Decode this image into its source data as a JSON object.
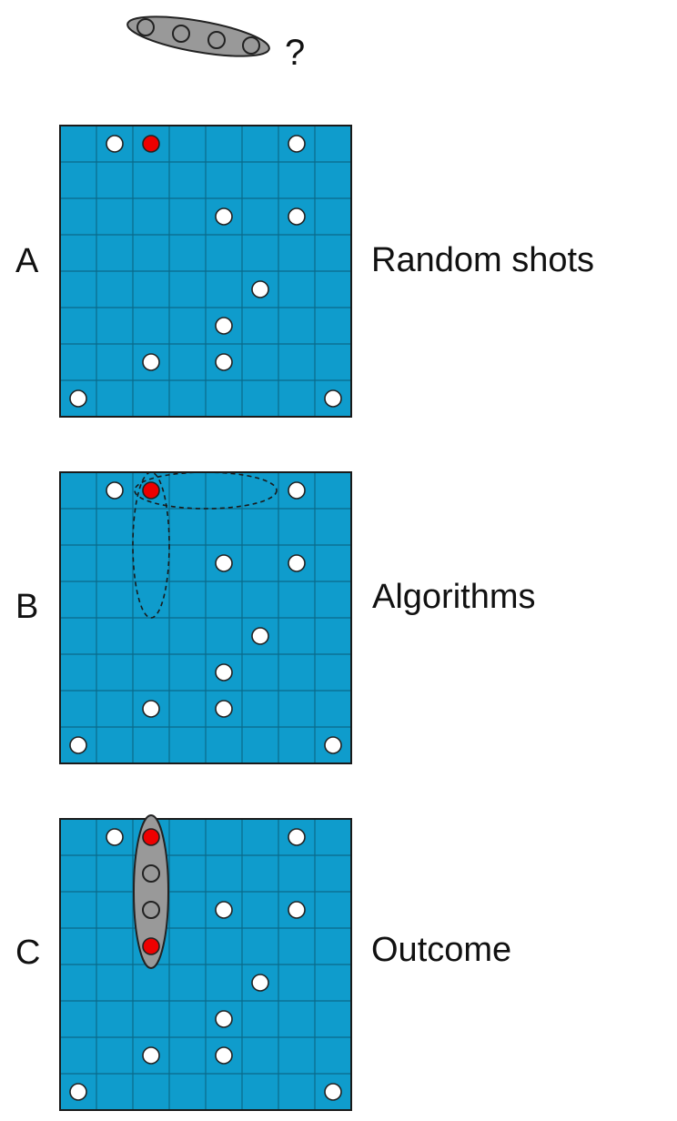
{
  "ship_legend": {
    "question_mark": "?",
    "holes": 4
  },
  "colors": {
    "sea": "#0f9ccc",
    "grid_line": "#0a6a8a",
    "board_border": "#1a1a1a",
    "miss_peg": "#ffffff",
    "hit_peg": "#ee0000",
    "ship_fill": "#999999",
    "ship_stroke": "#222222"
  },
  "grid": {
    "rows": 8,
    "cols": 8
  },
  "panels": [
    {
      "letter": "A",
      "caption": "Random shots",
      "misses": [
        [
          0,
          1
        ],
        [
          0,
          6
        ],
        [
          2,
          4
        ],
        [
          2,
          6
        ],
        [
          4,
          5
        ],
        [
          5,
          4
        ],
        [
          6,
          2
        ],
        [
          6,
          4
        ],
        [
          7,
          0
        ],
        [
          7,
          7
        ]
      ],
      "hits": [
        [
          0,
          2
        ]
      ],
      "search_ellipses": "none",
      "ship": null
    },
    {
      "letter": "B",
      "caption": "Algorithms",
      "misses": [
        [
          0,
          1
        ],
        [
          0,
          6
        ],
        [
          2,
          4
        ],
        [
          2,
          6
        ],
        [
          4,
          5
        ],
        [
          5,
          4
        ],
        [
          6,
          2
        ],
        [
          6,
          4
        ],
        [
          7,
          0
        ],
        [
          7,
          7
        ]
      ],
      "hits": [
        [
          0,
          2
        ]
      ],
      "search_ellipses": "horizontal-and-vertical-dashed",
      "ship": null
    },
    {
      "letter": "C",
      "caption": "Outcome",
      "misses": [
        [
          0,
          1
        ],
        [
          0,
          6
        ],
        [
          2,
          4
        ],
        [
          2,
          6
        ],
        [
          4,
          5
        ],
        [
          5,
          4
        ],
        [
          6,
          2
        ],
        [
          6,
          4
        ],
        [
          7,
          0
        ],
        [
          7,
          7
        ]
      ],
      "hits": [
        [
          0,
          2
        ],
        [
          3,
          2
        ]
      ],
      "search_ellipses": "none",
      "ship": {
        "orientation": "vertical",
        "col": 2,
        "row_start": 0,
        "row_end": 3
      }
    }
  ]
}
